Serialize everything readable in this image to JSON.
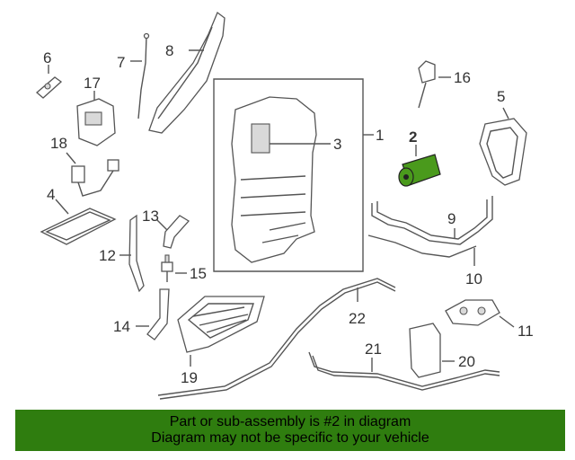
{
  "callouts": [
    {
      "id": "c1",
      "text": "1"
    },
    {
      "id": "c2",
      "text": "2"
    },
    {
      "id": "c3",
      "text": "3"
    },
    {
      "id": "c4",
      "text": "4"
    },
    {
      "id": "c5",
      "text": "5"
    },
    {
      "id": "c6",
      "text": "6"
    },
    {
      "id": "c7",
      "text": "7"
    },
    {
      "id": "c8",
      "text": "8"
    },
    {
      "id": "c9",
      "text": "9"
    },
    {
      "id": "c10",
      "text": "10"
    },
    {
      "id": "c11",
      "text": "11"
    },
    {
      "id": "c12",
      "text": "12"
    },
    {
      "id": "c13",
      "text": "13"
    },
    {
      "id": "c14",
      "text": "14"
    },
    {
      "id": "c15",
      "text": "15"
    },
    {
      "id": "c16",
      "text": "16"
    },
    {
      "id": "c17",
      "text": "17"
    },
    {
      "id": "c18",
      "text": "18"
    },
    {
      "id": "c19",
      "text": "19"
    },
    {
      "id": "c20",
      "text": "20"
    },
    {
      "id": "c21",
      "text": "21"
    },
    {
      "id": "c22",
      "text": "22"
    }
  ],
  "highlight": {
    "part": "2",
    "color": "#4a9a1c"
  },
  "banner": {
    "line1": "Part or sub-assembly is #2 in diagram",
    "line2": "Diagram may not be specific to your vehicle",
    "color": "#2f7d0f"
  }
}
